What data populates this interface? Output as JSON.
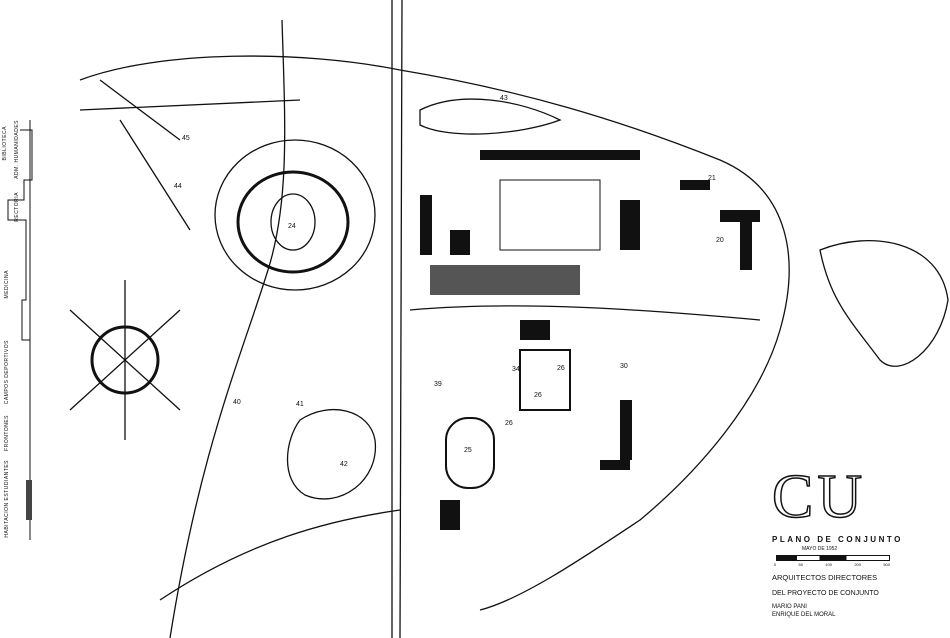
{
  "title_block": {
    "logo": "CU",
    "plan_title": "PLANO DE CONJUNTO",
    "date": "MAYO DE 1952",
    "scale_ticks": [
      "0",
      "50",
      "100",
      "200",
      "500"
    ],
    "line1": "ARQUITECTOS DIRECTORES",
    "line2": "DEL PROYECTO DE CONJUNTO",
    "architect1": "MARIO PANI",
    "architect2": "ENRIQUE DEL MORAL"
  },
  "section_labels": [
    "BIBLIOTECA",
    "ADM. HUMANIDADES",
    "RECTORIA",
    "MEDICINA",
    "CAMPOS DEPORTIVOS",
    "FRONTONES",
    "HABITACION ESTUDIANTES"
  ],
  "map_labels": [
    "43",
    "45",
    "44",
    "24",
    "21",
    "20",
    "40",
    "41",
    "42",
    "39",
    "26",
    "26",
    "26",
    "25",
    "30",
    "34"
  ],
  "colors": {
    "ink": "#111111",
    "paper": "#ffffff"
  }
}
